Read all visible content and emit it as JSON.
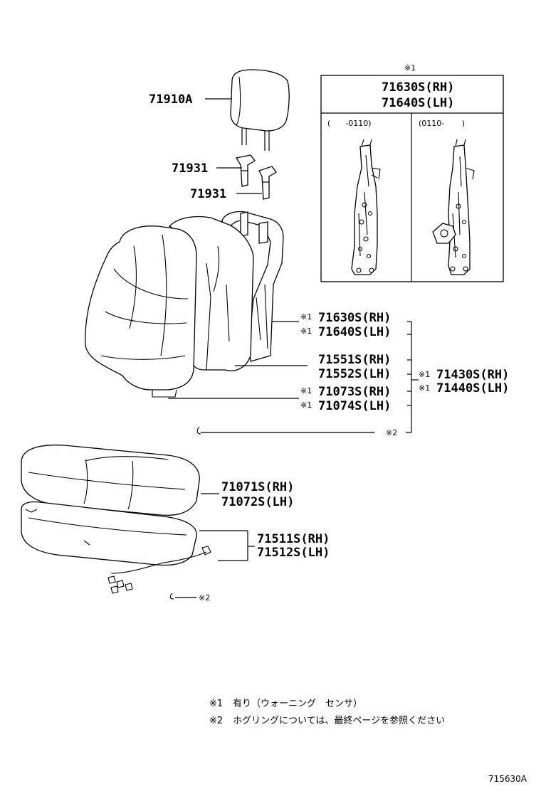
{
  "inset": {
    "mark": "※1",
    "part_rh": "71630S(RH)",
    "part_lh": "71640S(LH)",
    "range_left": "(      -0110)",
    "range_right": "(0110-       )"
  },
  "labels": {
    "headrest": "71910A",
    "support_upper": "71931",
    "support_lower": "71931",
    "frame_rh": "71630S(RH)",
    "frame_lh": "71640S(LH)",
    "pad_rh": "71551S(RH)",
    "pad_lh": "71552S(LH)",
    "back_cover_rh": "71073S(RH)",
    "back_cover_lh": "71074S(LH)",
    "back_assy_rh": "71430S(RH)",
    "back_assy_lh": "71440S(LH)",
    "cush_cover_rh": "71071S(RH)",
    "cush_cover_lh": "71072S(LH)",
    "cush_pad_rh": "71511S(RH)",
    "cush_pad_lh": "71512S(LH)",
    "ref1": "※1",
    "ref2": "※2"
  },
  "notes": {
    "note1_mark": "※1",
    "note1_text": "有り（ウォーニング　センサ）",
    "note2_mark": "※2",
    "note2_text": "ホグリングについては、最終ページを参照ください"
  },
  "figure_code": "715630A"
}
